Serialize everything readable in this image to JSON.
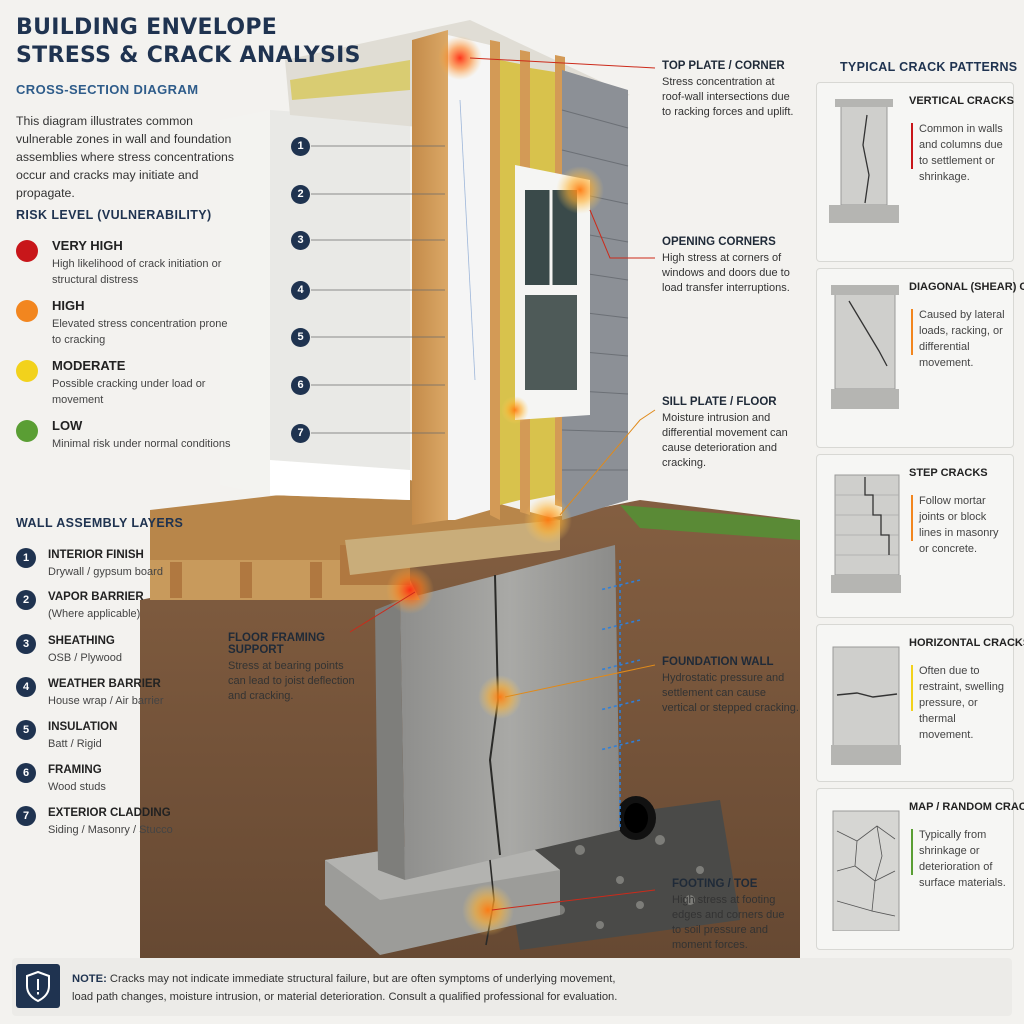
{
  "title": {
    "line1": "BUILDING ENVELOPE",
    "line2": "STRESS & CRACK ANALYSIS",
    "subtitle": "CROSS-SECTION DIAGRAM"
  },
  "intro": "This diagram illustrates common vulnerable zones in wall and foundation assemblies where stress concentrations occur and cracks may initiate and propagate.",
  "risk": {
    "heading": "RISK LEVEL (VULNERABILITY)",
    "items": [
      {
        "name": "VERY HIGH",
        "desc": "High likelihood of crack initiation or structural distress",
        "color": "#c8161a"
      },
      {
        "name": "HIGH",
        "desc": "Elevated stress concentration prone to cracking",
        "color": "#f2861f"
      },
      {
        "name": "MODERATE",
        "desc": "Possible cracking under load or movement",
        "color": "#f2d21c"
      },
      {
        "name": "LOW",
        "desc": "Minimal risk under normal conditions",
        "color": "#5a9e34"
      }
    ]
  },
  "layers": {
    "heading": "WALL ASSEMBLY LAYERS",
    "items": [
      {
        "num": "1",
        "name": "INTERIOR FINISH",
        "desc": "Drywall / gypsum board"
      },
      {
        "num": "2",
        "name": "VAPOR BARRIER",
        "desc": "(Where applicable)"
      },
      {
        "num": "3",
        "name": "SHEATHING",
        "desc": "OSB / Plywood"
      },
      {
        "num": "4",
        "name": "WEATHER BARRIER",
        "desc": "House wrap / Air barrier"
      },
      {
        "num": "5",
        "name": "INSULATION",
        "desc": "Batt / Rigid"
      },
      {
        "num": "6",
        "name": "FRAMING",
        "desc": "Wood studs"
      },
      {
        "num": "7",
        "name": "EXTERIOR CLADDING",
        "desc": "Siding / Masonry / Stucco"
      }
    ]
  },
  "callouts": {
    "top_plate": {
      "title": "TOP PLATE / CORNER",
      "desc": "Stress concentration at roof-wall intersections due to racking forces and uplift."
    },
    "opening": {
      "title": "OPENING CORNERS",
      "desc": "High stress at corners of windows and doors due to load transfer interruptions."
    },
    "sill": {
      "title": "SILL PLATE / FLOOR",
      "desc": "Moisture intrusion and differential movement can cause deterioration and cracking."
    },
    "floor_framing": {
      "title": "FLOOR FRAMING SUPPORT",
      "desc": "Stress at bearing points can lead to joist deflection and cracking."
    },
    "foundation": {
      "title": "FOUNDATION WALL",
      "desc": "Hydrostatic pressure and settlement can cause vertical or stepped cracking."
    },
    "footing": {
      "title": "FOOTING / TOE",
      "desc": "High stress at footing edges and corners due to soil pressure and moment forces."
    }
  },
  "crack_patterns": {
    "heading": "TYPICAL CRACK PATTERNS",
    "items": [
      {
        "name": "VERTICAL CRACKS",
        "desc": "Common in walls and columns due to settlement or shrinkage.",
        "color": "#c8161a"
      },
      {
        "name": "DIAGONAL (SHEAR) CRACKS",
        "desc": "Caused by lateral loads, racking, or differential movement.",
        "color": "#f2861f"
      },
      {
        "name": "STEP CRACKS",
        "desc": "Follow mortar joints or block lines in masonry or concrete.",
        "color": "#f2861f"
      },
      {
        "name": "HORIZONTAL CRACKS",
        "desc": "Often due to restraint, swelling pressure, or thermal movement.",
        "color": "#f2d21c"
      },
      {
        "name": "MAP / RANDOM CRACKS",
        "desc": "Typically from shrinkage or deterioration of surface materials.",
        "color": "#5a9e34"
      }
    ]
  },
  "note": {
    "label": "NOTE:",
    "text": "Cracks may not indicate immediate structural failure, but are often symptoms of underlying movement, load path changes, moisture intrusion, or material deterioration. Consult a qualified professional for evaluation."
  },
  "section_labels": [
    "1",
    "2",
    "3",
    "4",
    "5",
    "6",
    "7"
  ]
}
